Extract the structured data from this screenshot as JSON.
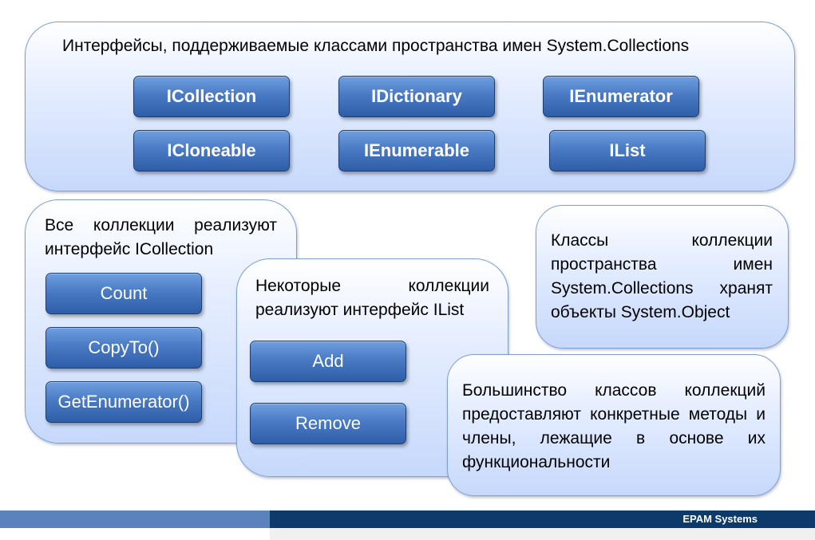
{
  "top_panel": {
    "title": "Интерфейсы, поддерживаемые классами пространства имен System.Collections",
    "buttons": [
      "ICollection",
      "IDictionary",
      "IEnumerator",
      "ICloneable",
      "IEnumerable",
      "IList"
    ]
  },
  "icollection_panel": {
    "text": "Все коллекции реализуют интерфейс ICollection",
    "buttons": [
      "Count",
      "CopyTo()",
      "GetEnumerator()"
    ]
  },
  "ilist_panel": {
    "text": "Некоторые коллекции реализуют интерфейс IList",
    "buttons": [
      "Add",
      "Remove"
    ]
  },
  "object_panel": {
    "text": "Классы коллекции пространства имен System.Collections хранят объекты System.Object"
  },
  "methods_panel": {
    "text": "Большинство классов коллекций предоставляют конкретные методы и члены, лежащие в основе их функциональности"
  },
  "footer": {
    "brand": "EPAM Systems"
  }
}
